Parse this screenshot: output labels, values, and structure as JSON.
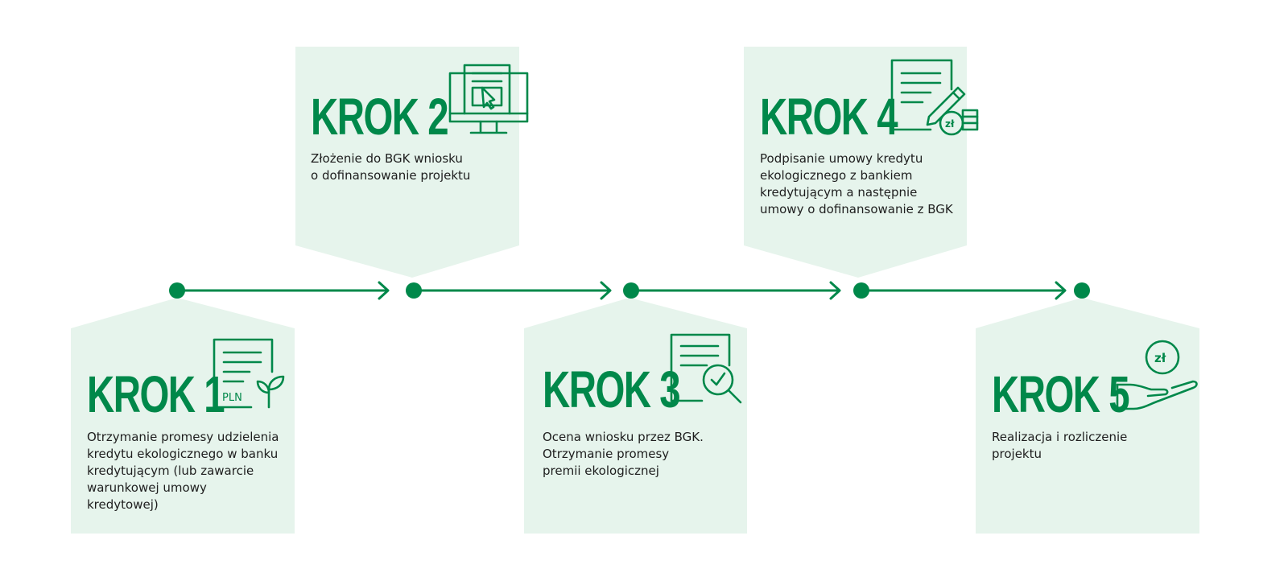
{
  "colors": {
    "accent": "#00884a",
    "panel": "#e6f4ec",
    "text": "#1e1e1e"
  },
  "steps": [
    {
      "title": "KROK 1",
      "icon": "document-pln-sprout-icon",
      "icon_text": "PLN",
      "lines": [
        "Otrzymanie promesy udzielenia",
        "kredytu ekologicznego w banku",
        "kredytującym (lub zawarcie",
        "warunkowej umowy",
        "kredytowej)"
      ]
    },
    {
      "title": "KROK 2",
      "icon": "monitor-cursor-icon",
      "lines": [
        "Złożenie do BGK wniosku",
        "o dofinansowanie projektu"
      ]
    },
    {
      "title": "KROK 3",
      "icon": "document-magnifier-check-icon",
      "lines": [
        "Ocena wniosku przez BGK.",
        "Otrzymanie promesy",
        "premii ekologicznej"
      ]
    },
    {
      "title": "KROK 4",
      "icon": "document-pen-coins-icon",
      "icon_text": "zł",
      "lines": [
        "Podpisanie umowy kredytu",
        "ekologicznego z bankiem",
        "kredytującym a następnie",
        "umowy o dofinansowanie z BGK"
      ]
    },
    {
      "title": "KROK 5",
      "icon": "hand-coin-icon",
      "icon_text": "zł",
      "lines": [
        "Realizacja i rozliczenie",
        "projektu"
      ]
    }
  ]
}
